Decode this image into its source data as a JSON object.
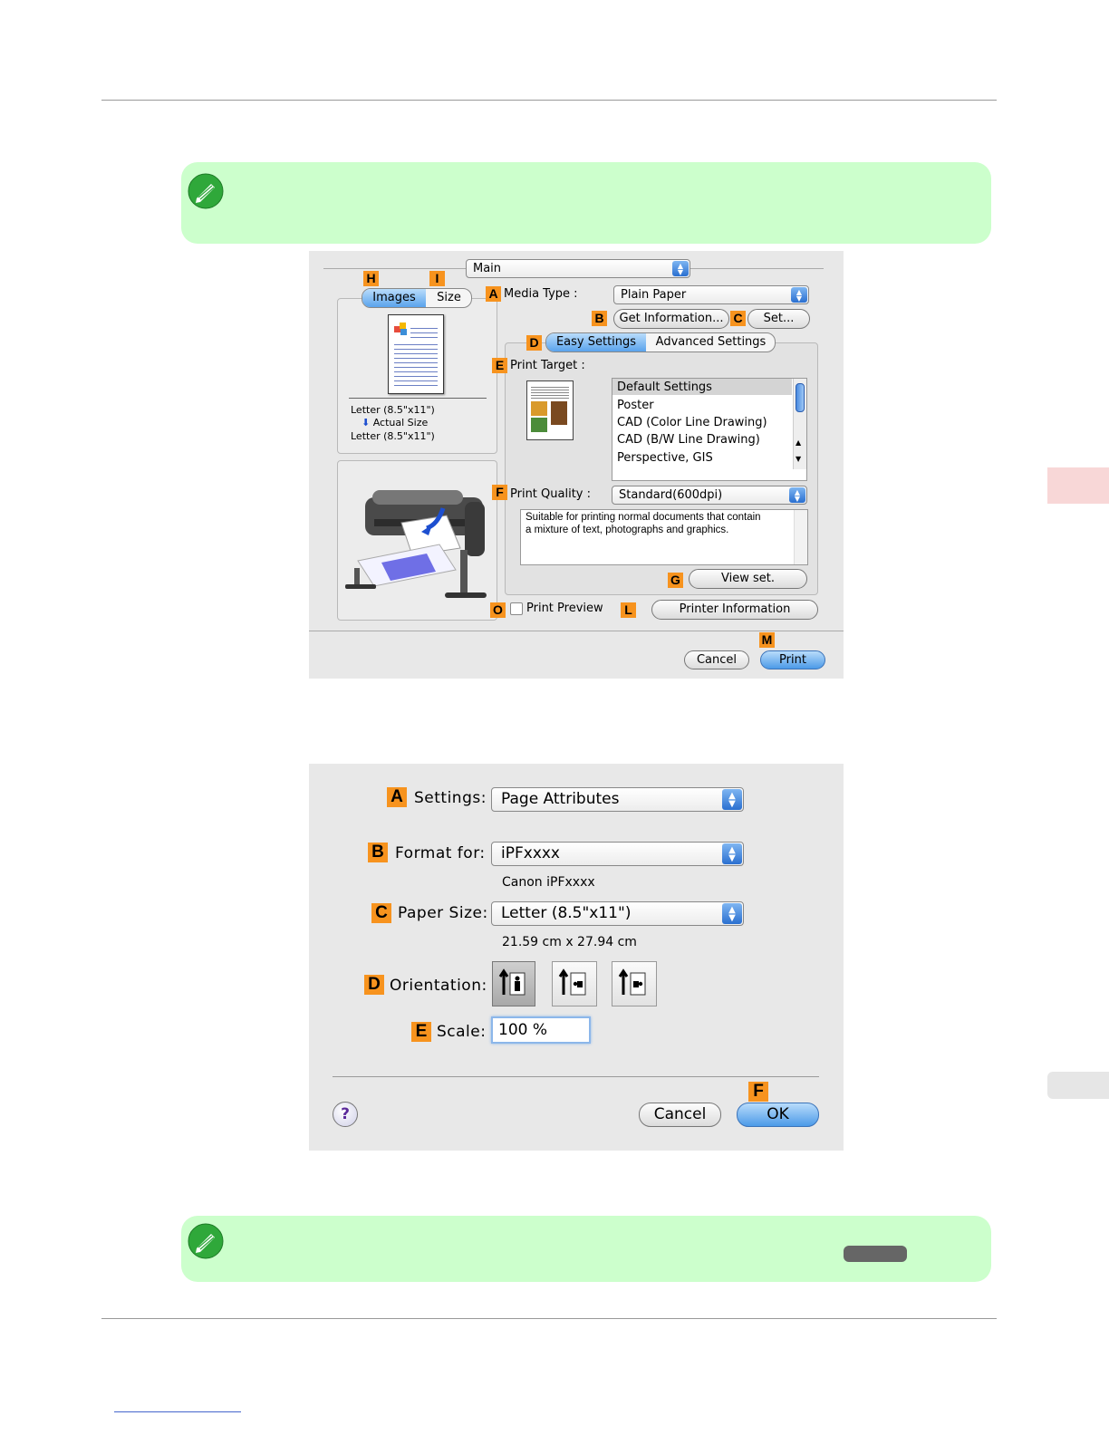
{
  "dialog1": {
    "panel_popup": "Main",
    "tabs": {
      "images": "Images",
      "size": "Size"
    },
    "preview": {
      "paper_from": "Letter (8.5\"x11\")",
      "scaling": "Actual Size",
      "paper_to": "Letter (8.5\"x11\")"
    },
    "media_type_label": "Media Type :",
    "media_type_value": "Plain Paper",
    "get_info_button": "Get Information...",
    "set_button": "Set...",
    "settings_tabs": {
      "easy": "Easy Settings",
      "advanced": "Advanced Settings"
    },
    "print_target_label": "Print Target :",
    "print_target_items": [
      "Default Settings",
      "Poster",
      "CAD (Color Line Drawing)",
      "CAD (B/W Line Drawing)",
      "Perspective, GIS"
    ],
    "print_quality_label": "Print Quality :",
    "print_quality_value": "Standard(600dpi)",
    "description_line1": "Suitable for printing normal documents that contain",
    "description_line2": "a mixture of text, photographs and graphics.",
    "view_set_button": "View set.",
    "print_preview_label": "Print Preview",
    "printer_info_button": "Printer Information",
    "cancel_button": "Cancel",
    "print_button": "Print",
    "callouts": {
      "a": "A",
      "b": "B",
      "c": "C",
      "d": "D",
      "e": "E",
      "f": "F",
      "g": "G",
      "h": "H",
      "i": "I",
      "l": "L",
      "m": "M",
      "o": "O"
    }
  },
  "dialog2": {
    "settings_label": "Settings:",
    "settings_value": "Page Attributes",
    "format_for_label": "Format for:",
    "format_for_value": "iPFxxxx",
    "format_for_sub": "Canon iPFxxxx",
    "paper_size_label": "Paper Size:",
    "paper_size_value": "Letter (8.5\"x11\")",
    "paper_size_sub": "21.59 cm x 27.94 cm",
    "orientation_label": "Orientation:",
    "scale_label": "Scale:",
    "scale_value": "100 %",
    "help_button": "?",
    "cancel_button": "Cancel",
    "ok_button": "OK",
    "callouts": {
      "a": "A",
      "b": "B",
      "c": "C",
      "d": "D",
      "e": "E",
      "f": "F"
    }
  },
  "colors": {
    "note_bg": "#ccffcc",
    "callout": "#f7931e",
    "side_tab": "#f8d7d7"
  }
}
